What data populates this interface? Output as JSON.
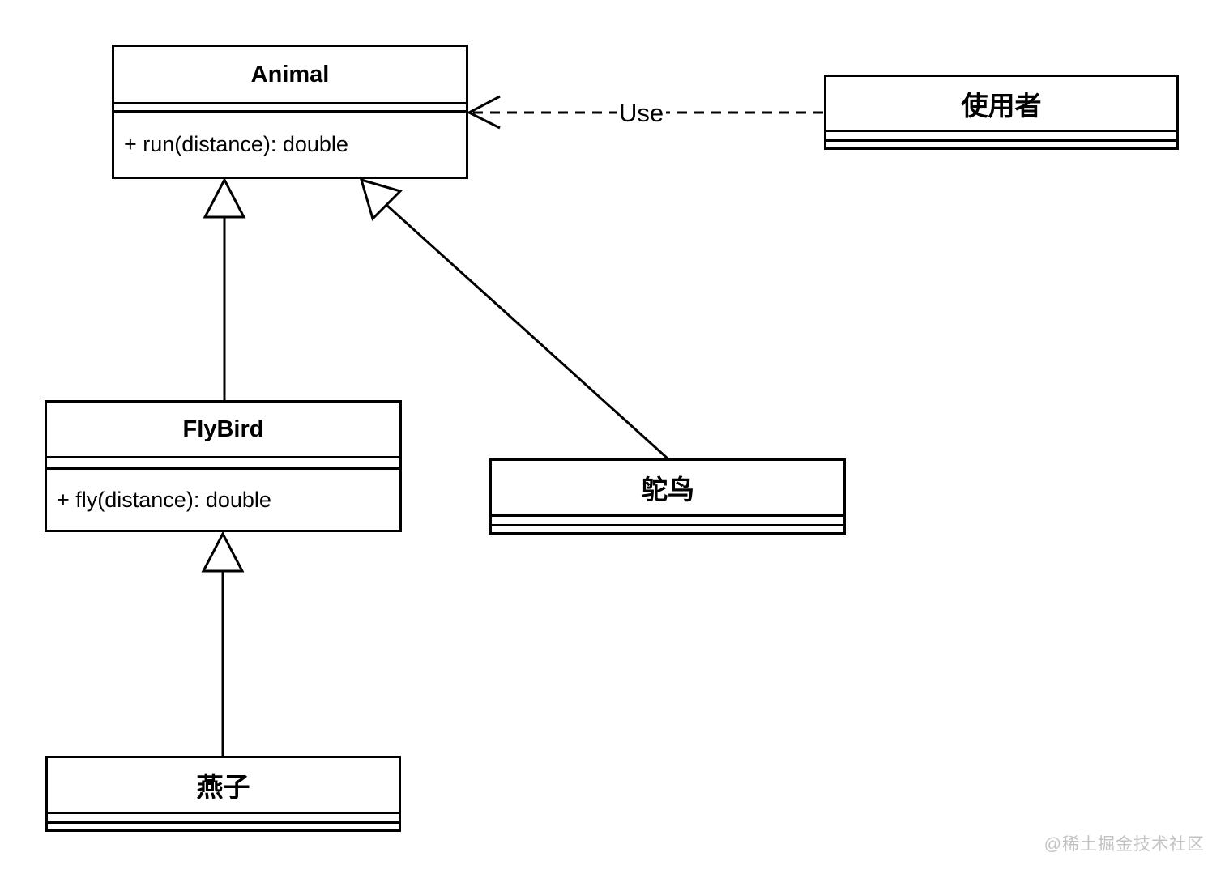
{
  "diagram": {
    "type": "uml-class-diagram",
    "classes": {
      "animal": {
        "name": "Animal",
        "attributes": [],
        "methods": [
          "+ run(distance): double"
        ]
      },
      "user": {
        "name": "使用者",
        "attributes": [],
        "methods": []
      },
      "flybird": {
        "name": "FlyBird",
        "attributes": [],
        "methods": [
          "+ fly(distance): double"
        ]
      },
      "ostrich": {
        "name": "鸵鸟",
        "attributes": [],
        "methods": []
      },
      "swallow": {
        "name": "燕子",
        "attributes": [],
        "methods": []
      }
    },
    "relations": [
      {
        "type": "generalization",
        "from": "FlyBird",
        "to": "Animal"
      },
      {
        "type": "generalization",
        "from": "鸵鸟",
        "to": "Animal"
      },
      {
        "type": "generalization",
        "from": "燕子",
        "to": "FlyBird"
      },
      {
        "type": "dependency",
        "from": "使用者",
        "to": "Animal",
        "label": "Use"
      }
    ],
    "watermark": "@稀土掘金技术社区",
    "colors": {
      "line": "#000000",
      "background": "#ffffff",
      "watermark_text": "#c3c3c3"
    }
  }
}
